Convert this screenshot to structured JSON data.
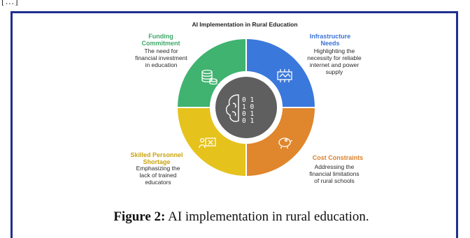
{
  "corner_mark": "[…]",
  "diagram": {
    "title": "AI Implementation in Rural Education",
    "center_icon": "brain-binary-icon",
    "segments": [
      {
        "heading": "Funding Commitment",
        "description": "The need for financial investment in education",
        "color": "#3fb36f",
        "icon": "coins-icon"
      },
      {
        "heading": "Infrastructure Needs",
        "description": "Highlighting the necessity for reliable internet and power supply",
        "color": "#3b78db",
        "icon": "circuit-icon"
      },
      {
        "heading": "Cost Constraints",
        "description": "Addressing the financial limitations of rural schools",
        "color": "#e0862c",
        "icon": "piggy-bank-icon"
      },
      {
        "heading": "Skilled Personnel Shortage",
        "description": "Emphasizing the lack of trained educators",
        "color": "#e6c21c",
        "icon": "teacher-icon"
      }
    ]
  },
  "caption": {
    "label": "Figure 2:",
    "text": " AI implementation in rural education."
  }
}
